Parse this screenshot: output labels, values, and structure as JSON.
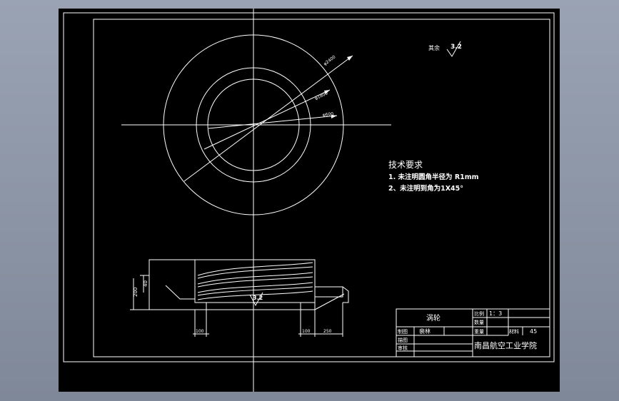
{
  "drawing": {
    "roughness_label": "其余",
    "roughness_value": "3.2",
    "dia_outer": "φ2400",
    "dia_mid": "φ1800",
    "dia_inner": "φ600",
    "section_roughness": "3.2",
    "dim_height_total": "200",
    "dim_height_inner": "40",
    "dim_left_100": "100",
    "dim_right_100": "100",
    "dim_250": "250"
  },
  "tech_req": {
    "title": "技术要求",
    "line1": "1. 未注明圆角半径为 R1mm",
    "line2": "2、未注明到角为1X45°"
  },
  "title_block": {
    "part_name": "涡轮",
    "ratio_label": "比例",
    "ratio_value": "1：3",
    "qty_label": "数量",
    "weight_label": "重量",
    "material_label": "材料",
    "material_value": "45",
    "drawn_label": "制图",
    "drawn_value": "裴林",
    "drafted_label": "描图",
    "checked_label": "审核",
    "school": "南昌航空工业学院"
  }
}
